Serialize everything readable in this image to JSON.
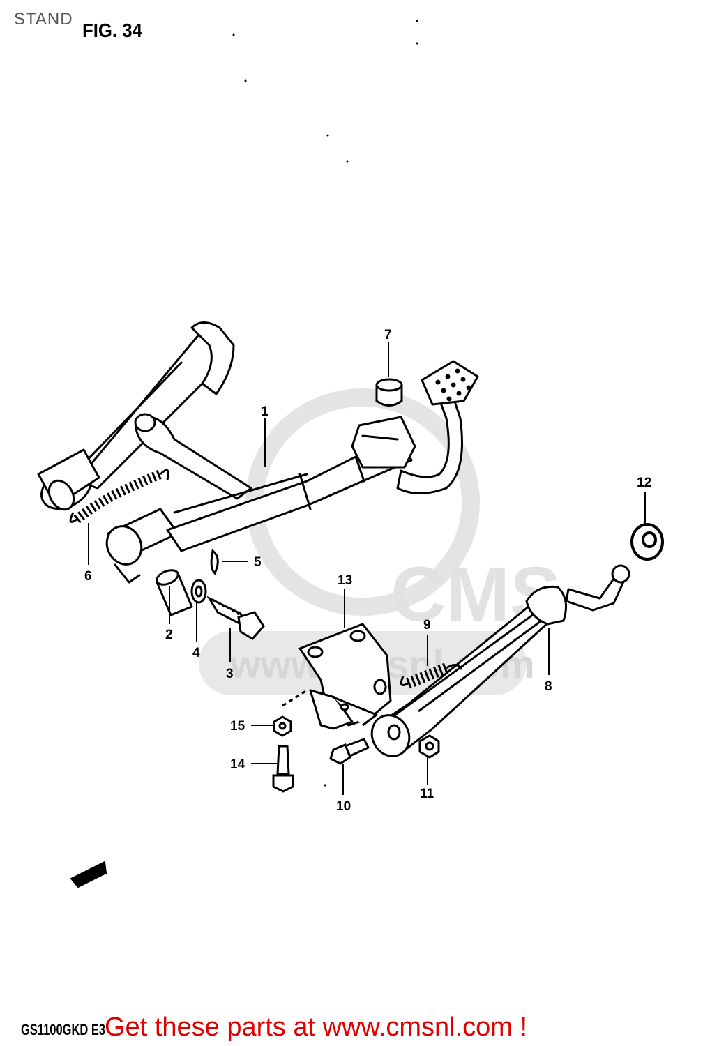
{
  "page": {
    "title": "STAND",
    "figure_label": "FIG. 34",
    "model_code": "GS1100GKD E3"
  },
  "watermark": {
    "brand": "CMS",
    "url": "www.cmsnl.com"
  },
  "callouts": [
    "1",
    "2",
    "3",
    "4",
    "5",
    "6",
    "7",
    "8",
    "9",
    "10",
    "11",
    "12",
    "13",
    "14",
    "15"
  ],
  "footer": {
    "link_text": "Get these parts at www.cmsnl.com !"
  },
  "colors": {
    "line": "#000000",
    "footer_link": "#e00000",
    "watermark": "#e2e2e2",
    "title": "#555555"
  }
}
